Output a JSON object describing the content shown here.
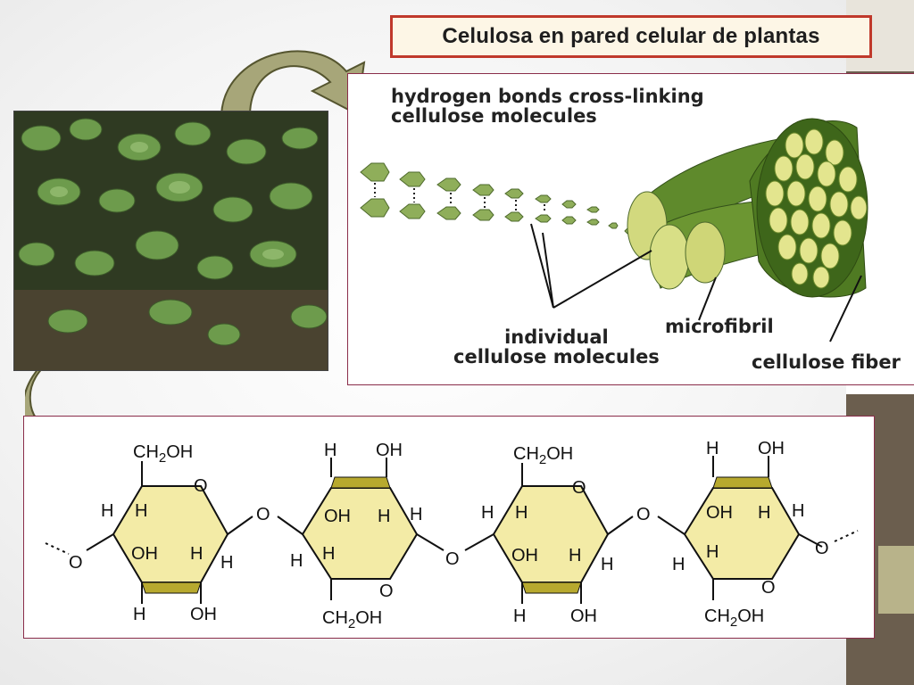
{
  "slide": {
    "title": "Celulosa en pared celular de plantas"
  },
  "fiber_diagram": {
    "label_hbonds_line1": "hydrogen bonds cross-linking",
    "label_hbonds_line2": "cellulose molecules",
    "label_individual_line1": "individual",
    "label_individual_line2": "cellulose molecules",
    "label_microfibril": "microfibril",
    "label_fiber": "cellulose fiber"
  },
  "structure": {
    "ring1": {
      "top": "CH2OH",
      "ring_o": "O",
      "left_h": "H",
      "inner_h": "H",
      "oh_low": "OH",
      "h_low_right": "H",
      "h_right": "H",
      "bottom_h": "H",
      "bottom_oh": "OH"
    },
    "ring2": {
      "top_h": "H",
      "top_oh": "OH",
      "oh_mid": "OH",
      "h_mid": "H",
      "h_right": "H",
      "h_left": "H",
      "h_low": "H",
      "ring_o": "O",
      "bottom": "CH2OH"
    },
    "ring3": {
      "top": "CH2OH",
      "ring_o": "O",
      "left_h": "H",
      "inner_h": "H",
      "oh_low": "OH",
      "h_low_right": "H",
      "h_right": "H",
      "bottom_h": "H",
      "bottom_oh": "OH"
    },
    "ring4": {
      "top_h": "H",
      "top_oh": "OH",
      "oh_mid": "OH",
      "h_mid": "H",
      "h_right": "H",
      "h_left": "H",
      "h_low": "H",
      "ring_o": "O",
      "bottom": "CH2OH"
    },
    "bridge_o": "O",
    "end_o_left": "O",
    "end_o_right": "O"
  },
  "colors": {
    "title_border": "#c0392b",
    "panel_border": "#8a2d4a",
    "ring_fill": "#f3eba6",
    "arrow_fill": "#a7a679",
    "fiber_green": "#5f8a2c",
    "side_band": "#6b5e4e"
  }
}
